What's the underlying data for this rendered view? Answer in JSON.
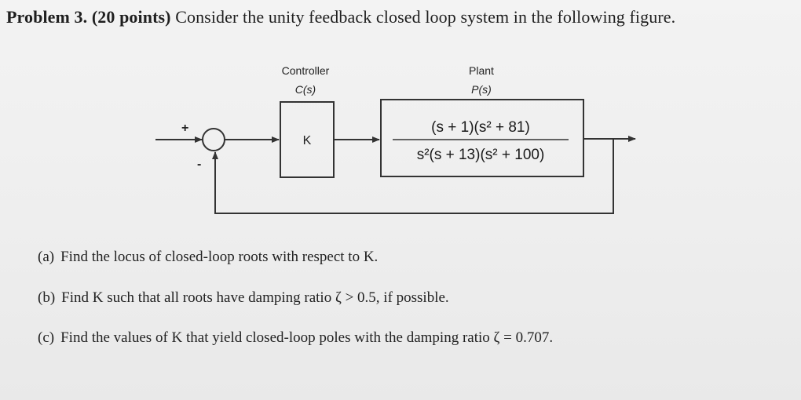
{
  "problem": {
    "heading": "Problem 3.",
    "points": "(20 points)",
    "statement": "Consider the unity feedback closed loop system in the following figure."
  },
  "diagram": {
    "controller_title": "Controller",
    "controller_symbol": "C(s)",
    "controller_gain": "K",
    "plant_title": "Plant",
    "plant_symbol": "P(s)",
    "plant_numerator": "(s + 1)(s² + 81)",
    "plant_denominator": "s²(s + 13)(s² + 100)",
    "plus_sign": "+",
    "minus_sign": "-"
  },
  "questions": [
    {
      "label": "(a)",
      "text": "Find the locus of closed-loop roots with respect to K."
    },
    {
      "label": "(b)",
      "text": "Find K such that all roots have damping ratio ζ > 0.5, if possible."
    },
    {
      "label": "(c)",
      "text": "Find the values of K that yield closed-loop poles with the damping ratio ζ = 0.707."
    }
  ]
}
